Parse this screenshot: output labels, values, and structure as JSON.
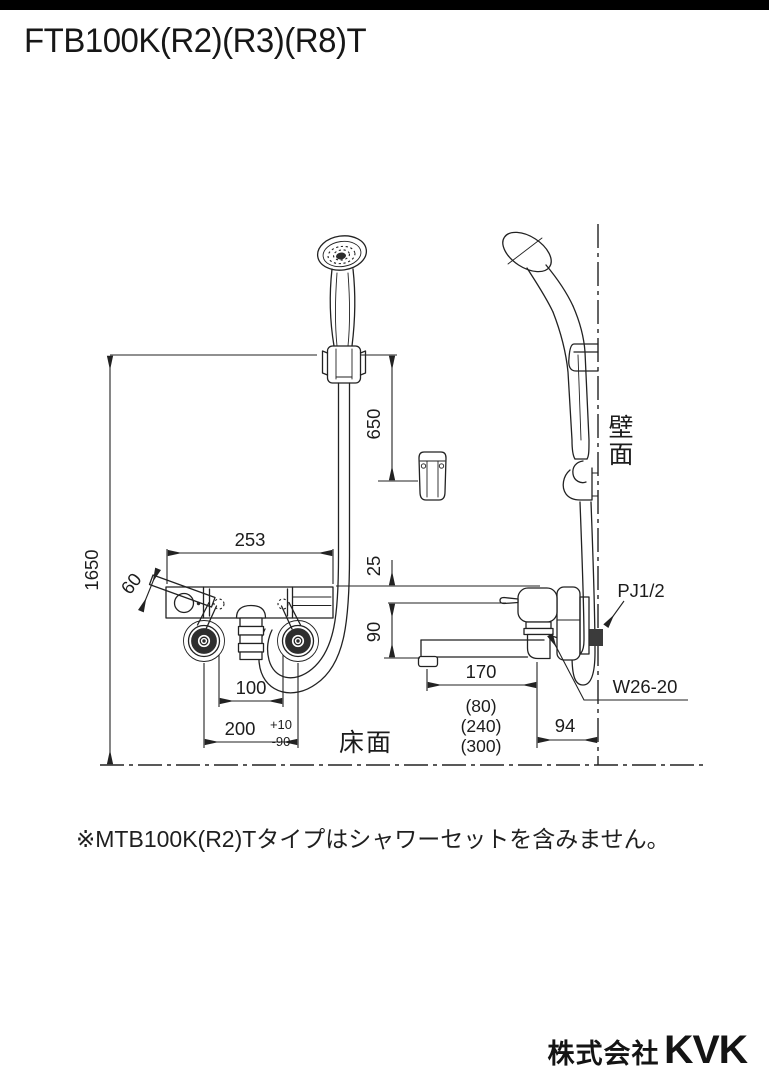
{
  "page": {
    "title": "FTB100K(R2)(R3)(R8)T",
    "note": "※MTB100K(R2)Tタイプはシャワーセットを含みません。"
  },
  "company": {
    "prefix": "株式会社",
    "name": "KVK"
  },
  "labels": {
    "wall": "壁面",
    "floor": "床面"
  },
  "dimensions": {
    "total_height": "1650",
    "hose_drop": "650",
    "body_width": "253",
    "handle_length": "60",
    "inner_pitch": "100",
    "mount_pitch": "200",
    "pitch_tol_upper": "+10",
    "pitch_tol_lower": "-90",
    "top_offset": "25",
    "spout_height": "90",
    "spout_length": "170",
    "spout_option_1": "(80)",
    "spout_option_2": "(240)",
    "spout_option_3": "(300)",
    "wall_offset": "94",
    "wall_thread": "PJ1/2",
    "hose_thread": "W26-20"
  },
  "colors": {
    "line": "#222222",
    "background": "#ffffff",
    "top_bar": "#000000"
  }
}
